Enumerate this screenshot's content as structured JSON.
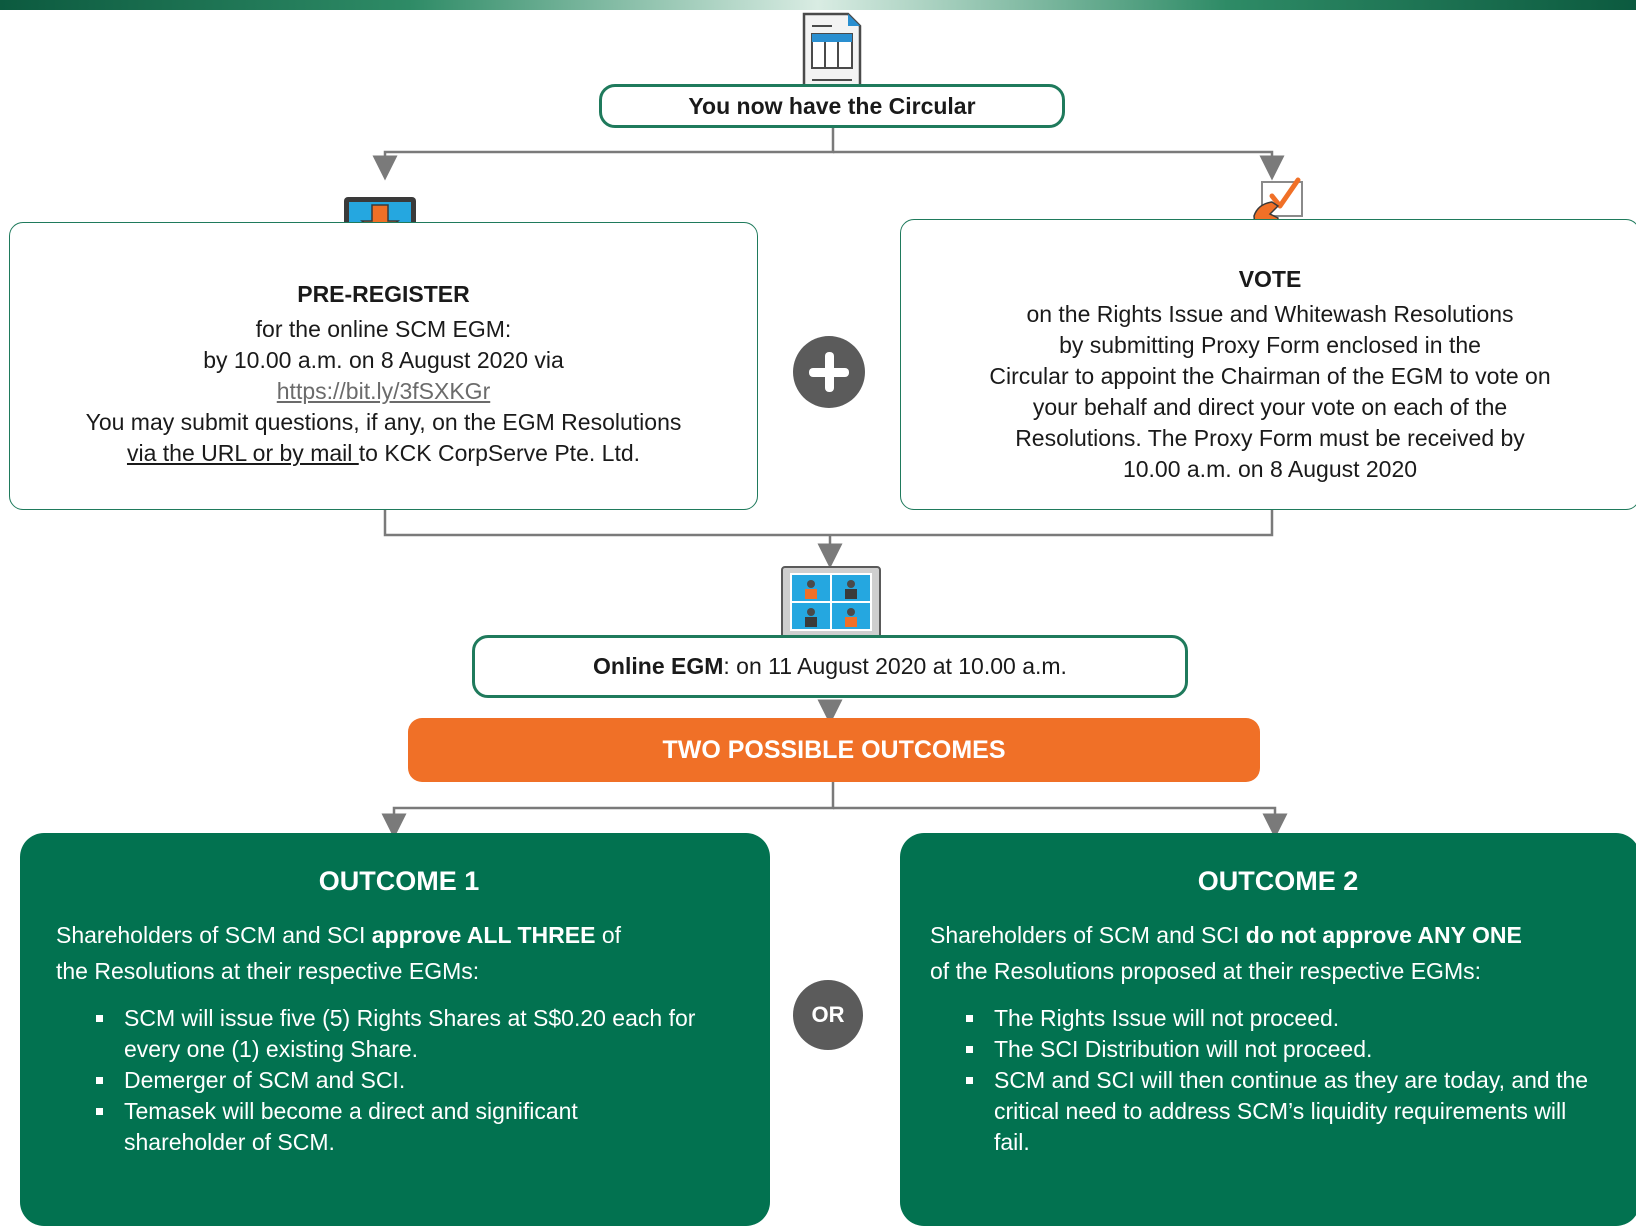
{
  "circular": {
    "label": "You now have the Circular"
  },
  "preregister": {
    "heading": "PRE-REGISTER",
    "line1": "for the online SCM EGM:",
    "line2": "by 10.00 a.m. on 8 August 2020 via",
    "url": "https://bit.ly/3fSXKGr",
    "line3": "You may submit questions, if any, on the EGM Resolutions",
    "line4_underlined": "via the URL or by mail ",
    "line4_rest": "to KCK CorpServe Pte. Ltd."
  },
  "vote": {
    "heading": "VOTE",
    "lines": [
      "on the Rights Issue and Whitewash Resolutions",
      "by submitting Proxy Form enclosed in the",
      "Circular to appoint the Chairman of the EGM to vote on",
      "your behalf and direct your vote on each of the",
      "Resolutions. The Proxy Form must be received by",
      "10.00 a.m. on 8 August 2020"
    ]
  },
  "online_egm": {
    "bold": "Online EGM",
    "rest": ": on 11 August 2020 at 10.00 a.m."
  },
  "outcomes_bar": {
    "label": "TWO POSSIBLE OUTCOMES"
  },
  "connector_or": "OR",
  "outcome1": {
    "title": "OUTCOME 1",
    "intro_pre": "Shareholders of SCM and SCI ",
    "intro_bold": "approve ALL THREE",
    "intro_post": " of",
    "intro_line2": "the Resolutions at their respective EGMs:",
    "bullets": [
      "SCM will issue five (5) Rights Shares at S$0.20 each for every one (1) existing Share.",
      "Demerger of SCM and SCI.",
      "Temasek will become a direct and significant shareholder of SCM."
    ]
  },
  "outcome2": {
    "title": "OUTCOME 2",
    "intro_pre": "Shareholders of SCM and SCI ",
    "intro_bold": "do not approve ANY ONE",
    "intro_line2": "of the Resolutions proposed at their respective EGMs:",
    "bullets": [
      "The Rights Issue will not proceed.",
      "The SCI Distribution will not proceed.",
      "SCM and SCI will then continue as they are today, and the critical need to address SCM’s liquidity requirements will fail."
    ]
  },
  "colors": {
    "accent_green": "#027250",
    "border_green": "#1f7a5c",
    "orange": "#f07027",
    "connector_gray": "#7a7a7a"
  },
  "icons": [
    "document-icon",
    "laptop-download-icon",
    "hand-checkbox-icon",
    "video-conference-monitor-icon",
    "plus-icon"
  ]
}
